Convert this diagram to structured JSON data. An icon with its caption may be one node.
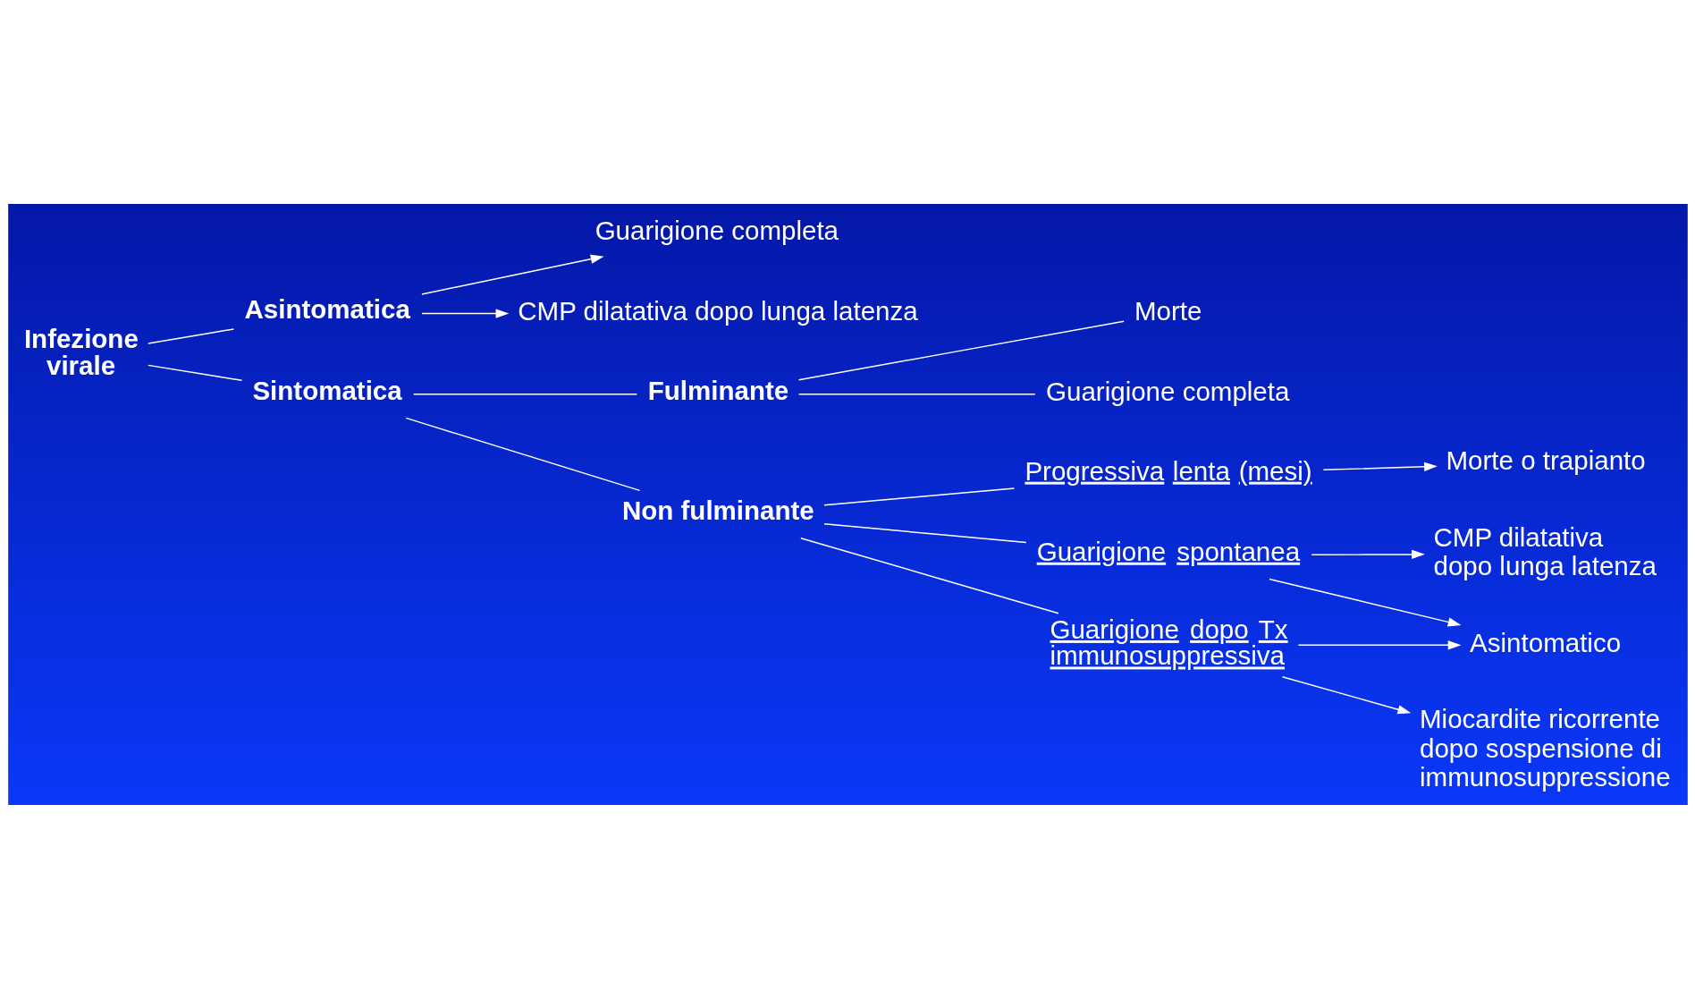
{
  "diagram": {
    "nodes": [
      {
        "text": [
          "Infezione virale"
        ]
      },
      {
        "text": [
          "Asintomatica"
        ]
      },
      {
        "text": [
          "Sintomatica"
        ]
      },
      {
        "text": [
          "Fulminante"
        ]
      },
      {
        "text": [
          "Non fulminante"
        ]
      },
      {
        "text": [
          "Guarigione completa"
        ]
      },
      {
        "text": [
          "CMP dilatativa dopo lunga latenza"
        ]
      },
      {
        "text": [
          "Morte"
        ]
      },
      {
        "text": [
          "Guarigione completa"
        ]
      },
      {
        "text": [
          "Progressiva lenta (mesi)"
        ]
      },
      {
        "text": [
          "Guarigione spontanea"
        ]
      },
      {
        "text": [
          "Guarigione dopo Tx immunosuppressiva"
        ]
      },
      {
        "text": [
          "Morte o trapianto"
        ]
      },
      {
        "text": [
          "Asintomatico"
        ]
      },
      {
        "text": [
          "CMP dilatativa dopo lunga latenza"
        ]
      },
      {
        "text": [
          "Miocardite ricorrente dopo sospensione di immunosuppressione"
        ]
      }
    ],
    "edges": [
      {
        "from": 0,
        "to": 1,
        "arrow": "none"
      },
      {
        "from": 0,
        "to": 2,
        "arrow": "none"
      },
      {
        "from": 1,
        "to": 5,
        "arrow": "to"
      },
      {
        "from": 1,
        "to": 6,
        "arrow": "to"
      },
      {
        "from": 2,
        "to": 3,
        "arrow": "none"
      },
      {
        "from": 2,
        "to": 4,
        "arrow": "none"
      },
      {
        "from": 3,
        "to": 7,
        "arrow": "none"
      },
      {
        "from": 3,
        "to": 8,
        "arrow": "none"
      },
      {
        "from": 4,
        "to": 9,
        "arrow": "none"
      },
      {
        "from": 4,
        "to": 10,
        "arrow": "none"
      },
      {
        "from": 4,
        "to": 11,
        "arrow": "none"
      },
      {
        "from": 9,
        "to": 12,
        "arrow": "to"
      },
      {
        "from": 10,
        "to": 13,
        "arrow": "to"
      },
      {
        "from": 10,
        "to": 14,
        "arrow": "to"
      },
      {
        "from": 11,
        "to": 13,
        "arrow": "to"
      },
      {
        "from": 11,
        "to": 15,
        "arrow": "to"
      }
    ]
  }
}
